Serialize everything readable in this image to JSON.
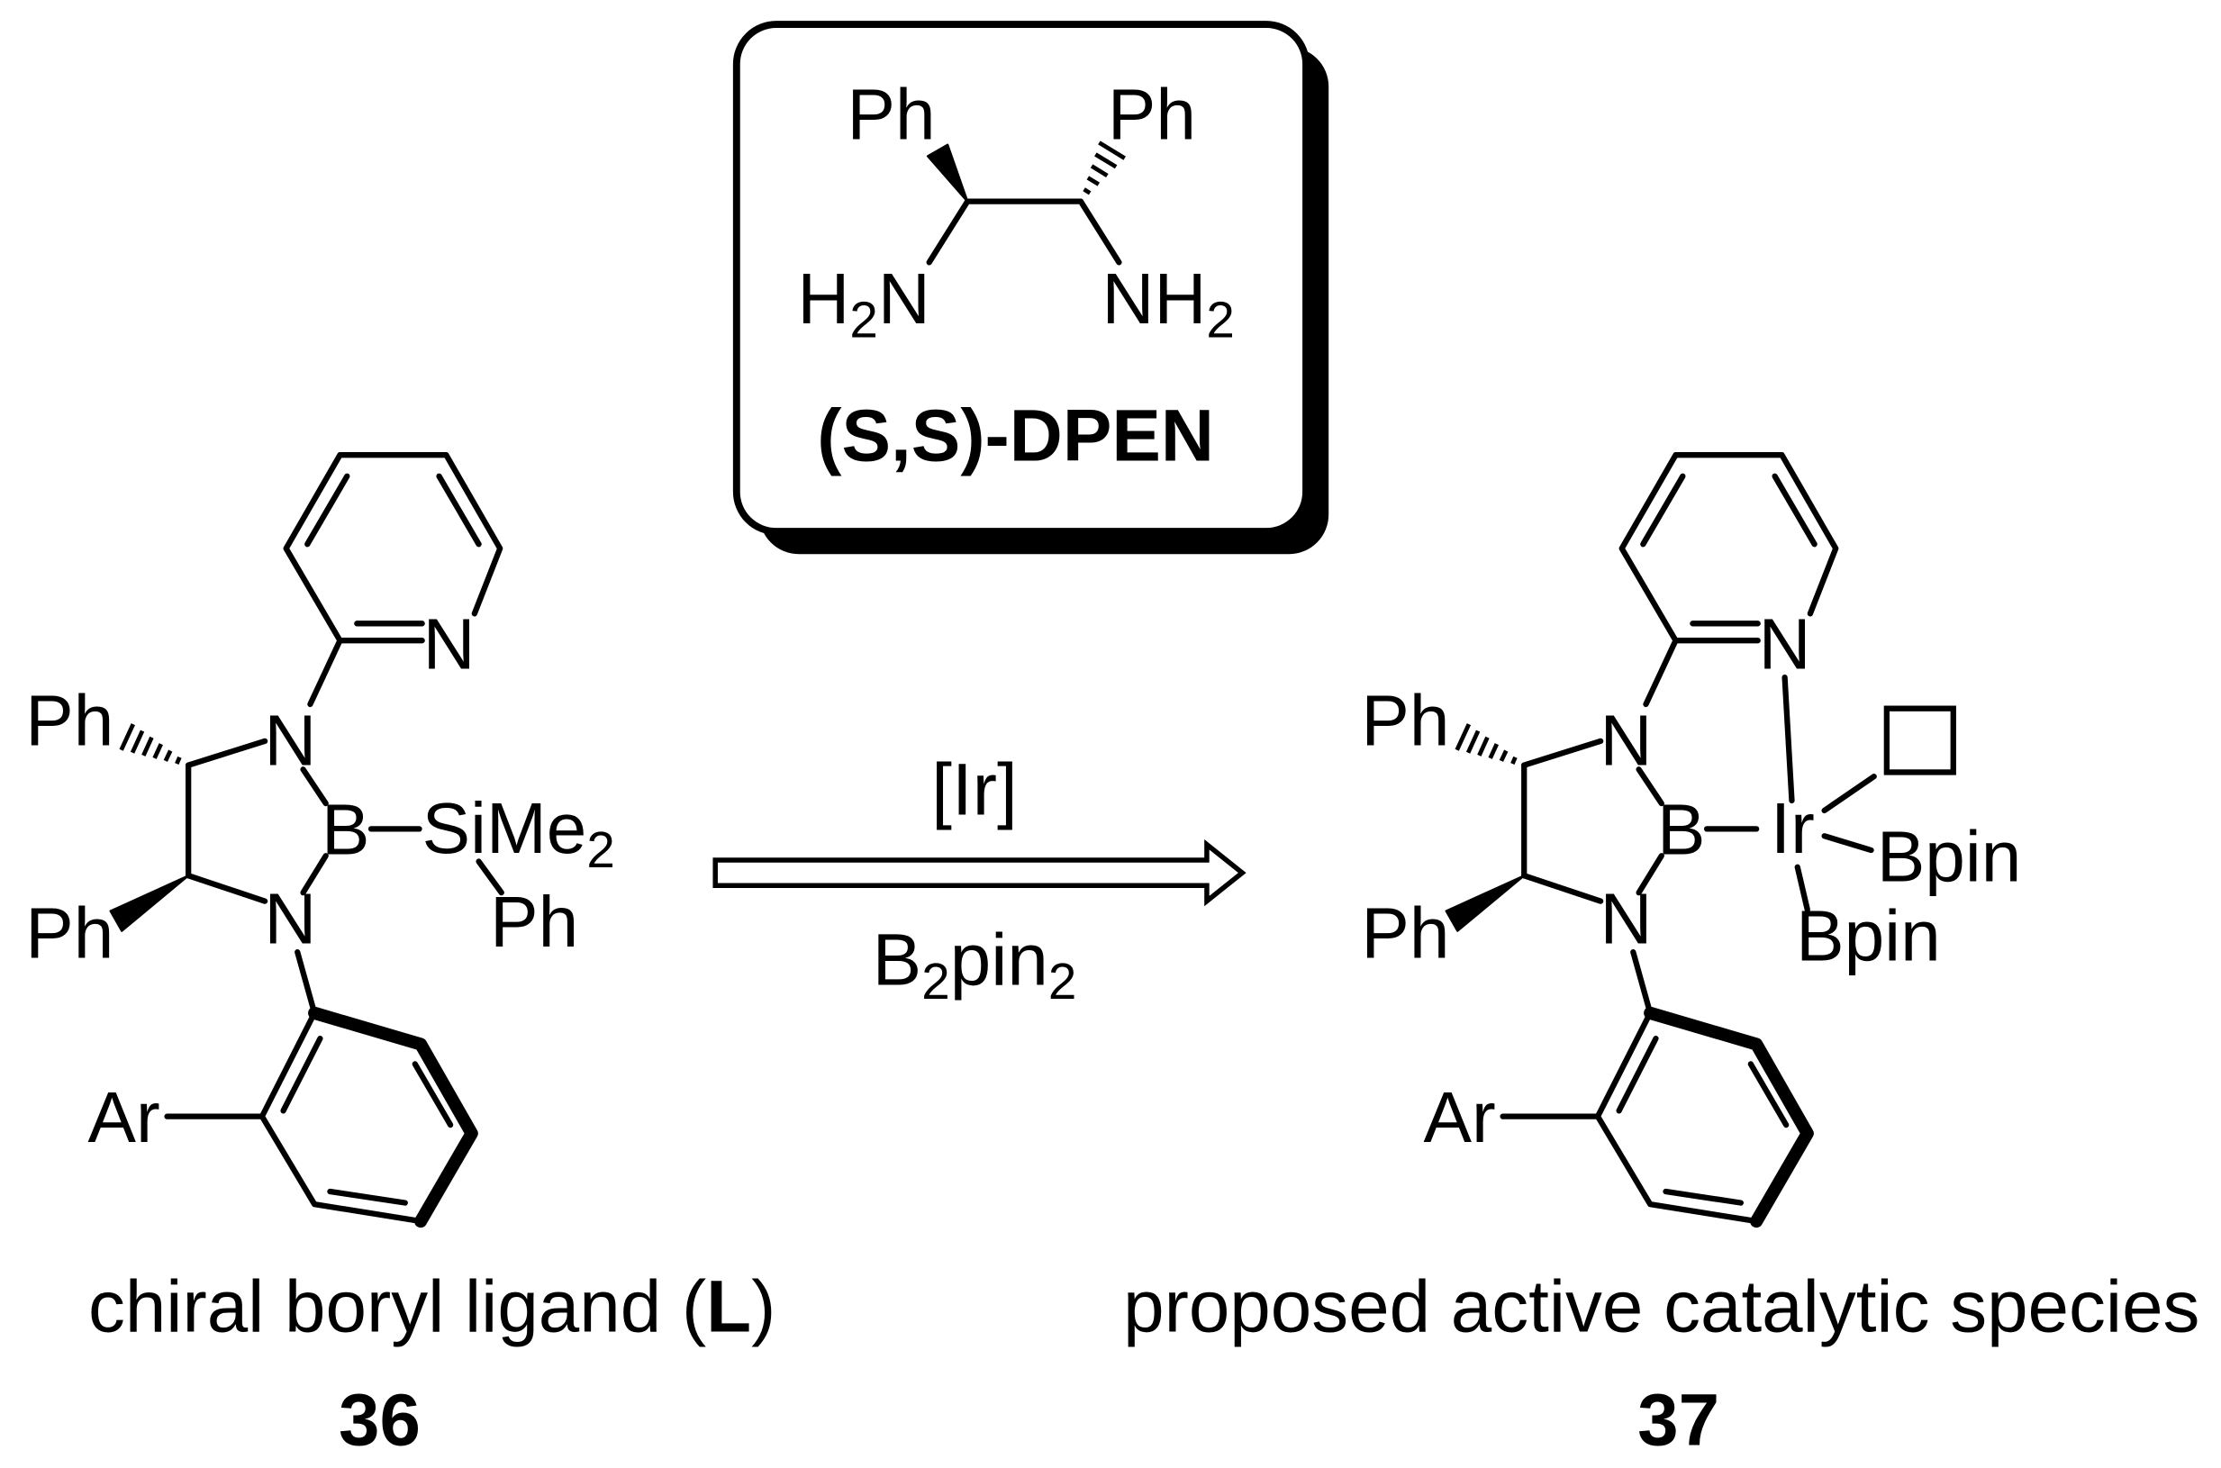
{
  "reagent_box": {
    "left_substituent": "Ph",
    "right_substituent": "Ph",
    "left_amine": {
      "a": "H",
      "sub": "2",
      "b": "N"
    },
    "right_amine": {
      "a": "NH",
      "sub": "2"
    },
    "name": "(S,S)-DPEN"
  },
  "ligand": {
    "pyridine_n": "N",
    "upper_n": "N",
    "lower_n": "N",
    "boron": "B",
    "upper_ph": "Ph",
    "lower_ph": "Ph",
    "silyl": {
      "main": "SiMe",
      "sub": "2"
    },
    "silyl_ph": "Ph",
    "aryl": "Ar",
    "caption": {
      "before": "chiral boryl ligand (",
      "bold": "L",
      "after": ")"
    },
    "number": "36"
  },
  "arrow": {
    "above": "[Ir]",
    "below": {
      "a": "B",
      "sub1": "2",
      "b": "pin",
      "sub2": "2"
    }
  },
  "product": {
    "pyridine_n": "N",
    "upper_n": "N",
    "lower_n": "N",
    "boron": "B",
    "upper_ph": "Ph",
    "lower_ph": "Ph",
    "aryl": "Ar",
    "metal": "Ir",
    "bpin_right": "Bpin",
    "bpin_lower": "Bpin",
    "caption": "proposed active catalytic species",
    "number": "37"
  }
}
